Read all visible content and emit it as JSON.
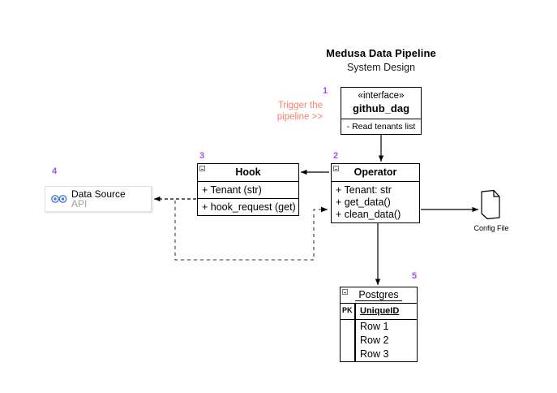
{
  "title": {
    "line1": "Medusa Data Pipeline",
    "line2": "System Design"
  },
  "markers": {
    "one": "1",
    "two": "2",
    "three": "3",
    "four": "4",
    "five": "5"
  },
  "colors": {
    "marker": "#a64dff",
    "annotation": "#fa8072",
    "icon_blue": "#4a78d6",
    "subtext_gray": "#a0a0a0",
    "stroke": "#000000"
  },
  "annotation": {
    "trigger_line1": "Trigger the",
    "trigger_line2": "pipeline >>"
  },
  "interface_node": {
    "stereotype": "«interface»",
    "name": "github_dag",
    "operation": "- Read tenants list"
  },
  "hook_node": {
    "name": "Hook",
    "attributes": [
      "+ Tenant (str)",
      "+ hook_request (get)"
    ]
  },
  "operator_node": {
    "name": "Operator",
    "attributes": [
      "+ Tenant: str",
      "+ get_data()",
      "+ clean_data()"
    ]
  },
  "data_source_node": {
    "title": "Data Source",
    "subtitle": "API",
    "icon": "api-circles-icon"
  },
  "config_file_node": {
    "label": "Config File",
    "icon": "document-page-icon"
  },
  "postgres_table": {
    "title": "Postgres",
    "key_label": "PK",
    "key_column": "UniqueID",
    "rows": [
      "Row 1",
      "Row 2",
      "Row 3"
    ]
  }
}
